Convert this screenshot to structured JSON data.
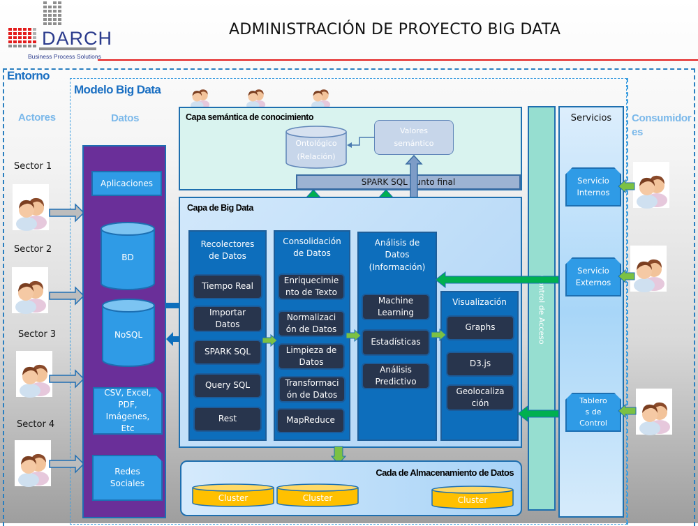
{
  "header": {
    "logo_text": "DARCH",
    "logo_tagline": "Business Process Solutions",
    "title": "ADMINISTRACIÓN DE PROYECTO BIG DATA"
  },
  "colors": {
    "accent_red": "#e31b1b",
    "frame_blue": "#1a6fc2",
    "datos_purple": "#6a2f99",
    "process_blue": "#0d6ebc",
    "dark_item": "#28354d",
    "control_teal": "#96ded0",
    "cluster_yellow": "#ffc000",
    "green_arrow": "#00b050",
    "lightgreen_arrow": "#7cc143"
  },
  "frames": {
    "entorno": "Entorno",
    "modelo": "Modelo Big Data"
  },
  "actores": {
    "heading": "Actores",
    "sectors": [
      "Sector 1",
      "Sector 2",
      "Sector 3",
      "Sector 4"
    ]
  },
  "datos": {
    "heading": "Datos",
    "items": {
      "aplicaciones": "Aplicaciones",
      "bd": "BD",
      "nosql": "NoSQL",
      "files_lines": [
        "CSV,  Excel,",
        "PDF,",
        "Imágenes,",
        "Etc"
      ],
      "redes_lines": [
        "Redes",
        "Sociales"
      ]
    }
  },
  "semantic_layer": {
    "title": "Capa semántica de conocimiento",
    "ontologico_lines": [
      "Ontológico",
      "(Relación)"
    ],
    "valores_lines": [
      "Valores",
      "semántico"
    ],
    "spark_endpoint": "SPARK SQL punto final"
  },
  "bigdata_layer": {
    "title": "Capa de Big Data",
    "columns": [
      {
        "label_lines": [
          "Recolectores",
          "de Datos"
        ],
        "items": [
          [
            "Tiempo Real"
          ],
          [
            "Importar",
            "Datos"
          ],
          [
            "SPARK SQL"
          ],
          [
            "Query SQL"
          ],
          [
            "Rest"
          ]
        ]
      },
      {
        "label_lines": [
          "Consolidación",
          "de Datos"
        ],
        "items": [
          [
            "Enriquecimie",
            "nto de Texto"
          ],
          [
            "Normalizaci",
            "ón de Datos"
          ],
          [
            "Limpieza de",
            "Datos"
          ],
          [
            "Transformaci",
            "ón de Datos"
          ],
          [
            "MapReduce"
          ]
        ]
      },
      {
        "label_lines": [
          "Análisis de",
          "Datos",
          "(Información)"
        ],
        "items": [
          [
            "Machine",
            "Learning"
          ],
          [
            "Estadísticas"
          ],
          [
            "Análisis",
            "Predictivo"
          ]
        ]
      },
      {
        "label_lines": [
          "Visualización"
        ],
        "items": [
          [
            "Graphs"
          ],
          [
            "D3.js"
          ],
          [
            "Geolocaliza",
            "ción"
          ]
        ]
      }
    ]
  },
  "control_acceso": "Control de Acceso",
  "servicios": {
    "heading": "Servicios",
    "items": [
      [
        "Servicio",
        "Internos"
      ],
      [
        "Servicio",
        "Externos"
      ],
      [
        "Tablero",
        "s de",
        "Control"
      ]
    ]
  },
  "consumidores": {
    "heading_lines": [
      "Consumidor",
      "es"
    ]
  },
  "storage_layer": {
    "title": "Cada de Almacenamiento de Datos",
    "clusters": [
      "Cluster",
      "Cluster",
      "Cluster"
    ]
  }
}
